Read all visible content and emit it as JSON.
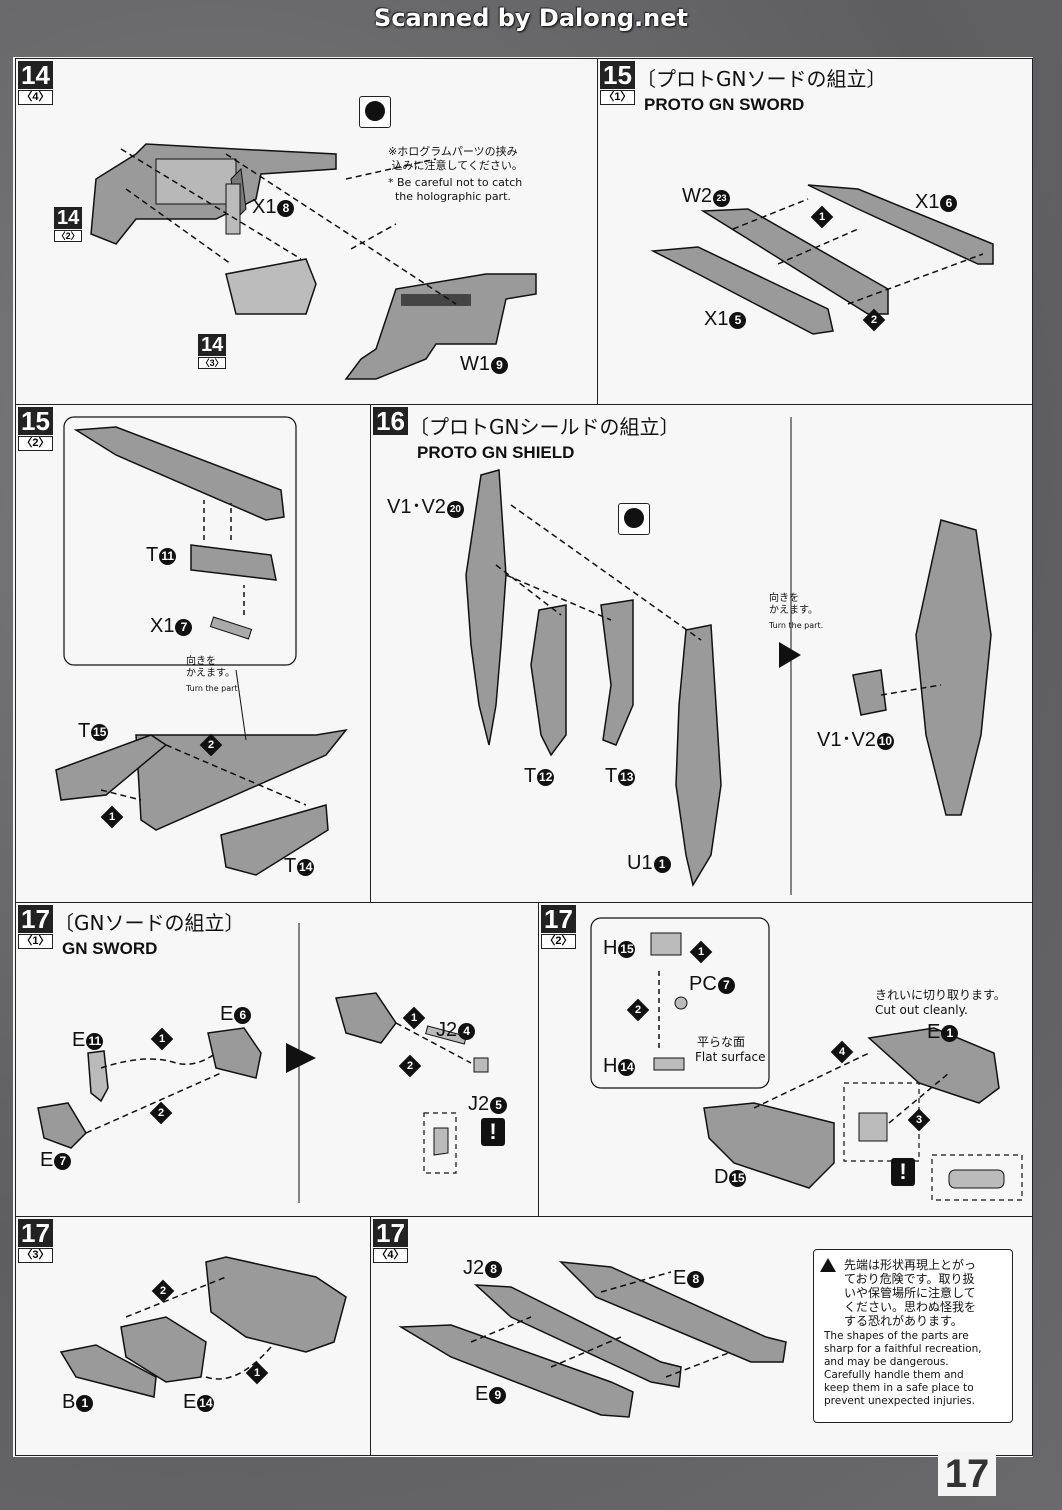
{
  "watermark": "Scanned by Dalong.net",
  "page_number": "17",
  "steps": {
    "s14": {
      "num": "14",
      "sub": "〈4〉",
      "ref2": "14",
      "ref2_sub": "〈2〉",
      "ref3": "14",
      "ref3_sub": "〈3〉",
      "note_jp": "※ホログラムパーツの挟み\n 込みに注意してください。",
      "note_en": "* Be careful not to catch\n  the holographic part.",
      "lbl_x": "X1",
      "lbl_x_n": "8",
      "lbl_w": "W1",
      "lbl_w_n": "9"
    },
    "s15a": {
      "num": "15",
      "sub": "〈1〉",
      "title_jp": "〔プロトGNソードの組立〕",
      "title_en": "PROTO GN SWORD",
      "lbl_w": "W2",
      "lbl_w_n": "23",
      "lbl_x16": "X1",
      "lbl_x16_n": "6",
      "lbl_x15": "X1",
      "lbl_x15_n": "5"
    },
    "s15b": {
      "num": "15",
      "sub": "〈2〉",
      "lbl_t11": "T",
      "lbl_t11_n": "11",
      "lbl_x17": "X1",
      "lbl_x17_n": "7",
      "turn_jp": "向きを\nかえます。",
      "turn_en": "Turn the part.",
      "lbl_t15": "T",
      "lbl_t15_n": "15",
      "lbl_t14": "T",
      "lbl_t14_n": "14"
    },
    "s16": {
      "num": "16",
      "title_jp": "〔プロトGNシールドの組立〕",
      "title_en": "PROTO GN SHIELD",
      "lbl_v": "V1･V2",
      "lbl_v_n": "20",
      "lbl_t12": "T",
      "lbl_t12_n": "12",
      "lbl_t13": "T",
      "lbl_t13_n": "13",
      "lbl_u": "U1",
      "lbl_u_n": "1",
      "turn_jp": "向きを\nかえます。",
      "turn_en": "Turn the part.",
      "lbl_v10": "V1･V2",
      "lbl_v10_n": "10"
    },
    "s17a": {
      "num": "17",
      "sub": "〈1〉",
      "title_jp": "〔GNソードの組立〕",
      "title_en": "GN SWORD",
      "lbl_e11": "E",
      "lbl_e11_n": "11",
      "lbl_e6": "E",
      "lbl_e6_n": "6",
      "lbl_e7": "E",
      "lbl_e7_n": "7",
      "lbl_j24": "J2",
      "lbl_j24_n": "4",
      "lbl_j25": "J2",
      "lbl_j25_n": "5"
    },
    "s17b": {
      "num": "17",
      "sub": "〈2〉",
      "lbl_h15": "H",
      "lbl_h15_n": "15",
      "lbl_pc": "PC",
      "lbl_pc_n": "7",
      "flat_jp": "平らな面",
      "flat_en": "Flat surface",
      "lbl_h14": "H",
      "lbl_h14_n": "14",
      "cut_jp": "きれいに切り取ります。",
      "cut_en": "Cut out cleanly.",
      "lbl_e1": "E",
      "lbl_e1_n": "1",
      "lbl_d15": "D",
      "lbl_d15_n": "15"
    },
    "s17c": {
      "num": "17",
      "sub": "〈3〉",
      "lbl_b": "B",
      "lbl_b_n": "1",
      "lbl_e14": "E",
      "lbl_e14_n": "14"
    },
    "s17d": {
      "num": "17",
      "sub": "〈4〉",
      "lbl_j28": "J2",
      "lbl_j28_n": "8",
      "lbl_e8": "E",
      "lbl_e8_n": "8",
      "lbl_e9": "E",
      "lbl_e9_n": "9",
      "warn_jp": "先端は形状再現上とがっ\nており危険です。取り扱\nいや保管場所に注意して\nください。思わぬ怪我を\nする恐れがあります。",
      "warn_en": "The shapes of the parts are\nsharp for a faithful recreation,\nand may be dangerous.\nCarefully handle them and\nkeep them in a safe place to\nprevent unexpected injuries."
    }
  },
  "colors": {
    "ink": "#111111",
    "paper": "#f7f7f7",
    "part_fill": "#9a9a9a",
    "scan_bg": "#6d6d6f"
  }
}
